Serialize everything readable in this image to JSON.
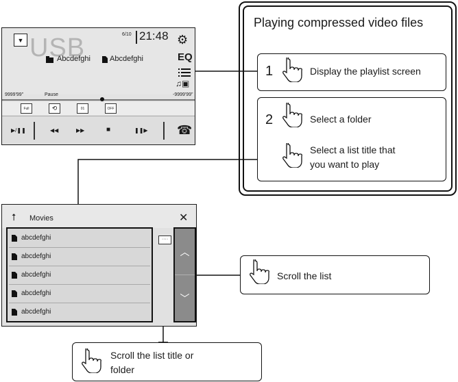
{
  "player": {
    "source_label": "USB",
    "track_counter": "6/10",
    "clock": "21:48",
    "eq_label": "EQ",
    "folder_name": "Abcdefghi",
    "file_name": "Abcdefghi",
    "elapsed_time": "9999'99\"",
    "status": "Pause",
    "remaining_time": "-9999'99\"",
    "modes": [
      {
        "icon": "screen-mode-icon",
        "label": "Full"
      },
      {
        "icon": "repeat-icon",
        "label": ""
      },
      {
        "icon": "subtitle-icon",
        "label": "01"
      },
      {
        "icon": "random-icon",
        "label": "OFF"
      }
    ],
    "controls": {
      "play_pause": "▶/❚❚",
      "rewind": "◀◀",
      "forward": "▶▶",
      "stop": "■",
      "frame": "❚❚▶",
      "phone": "☎"
    }
  },
  "playlist": {
    "folder_title": "Movies",
    "close": "✕",
    "items": [
      "abcdefghi",
      "abcdefghi",
      "abcdefghi",
      "abcdefghi",
      "abcdefghi"
    ],
    "more_label": "····",
    "scroll_up": "︿",
    "scroll_down": "﹀"
  },
  "guide": {
    "title": "Playing compressed video files",
    "steps": [
      {
        "number": "1",
        "text": "Display the playlist screen"
      },
      {
        "number": "2",
        "text": "Select a folder",
        "text2_line1": "Select a list title that",
        "text2_line2": "you want to play"
      }
    ],
    "scroll_list": "Scroll the list",
    "scroll_title_line1": "Scroll the list title or",
    "scroll_title_line2": "folder"
  }
}
